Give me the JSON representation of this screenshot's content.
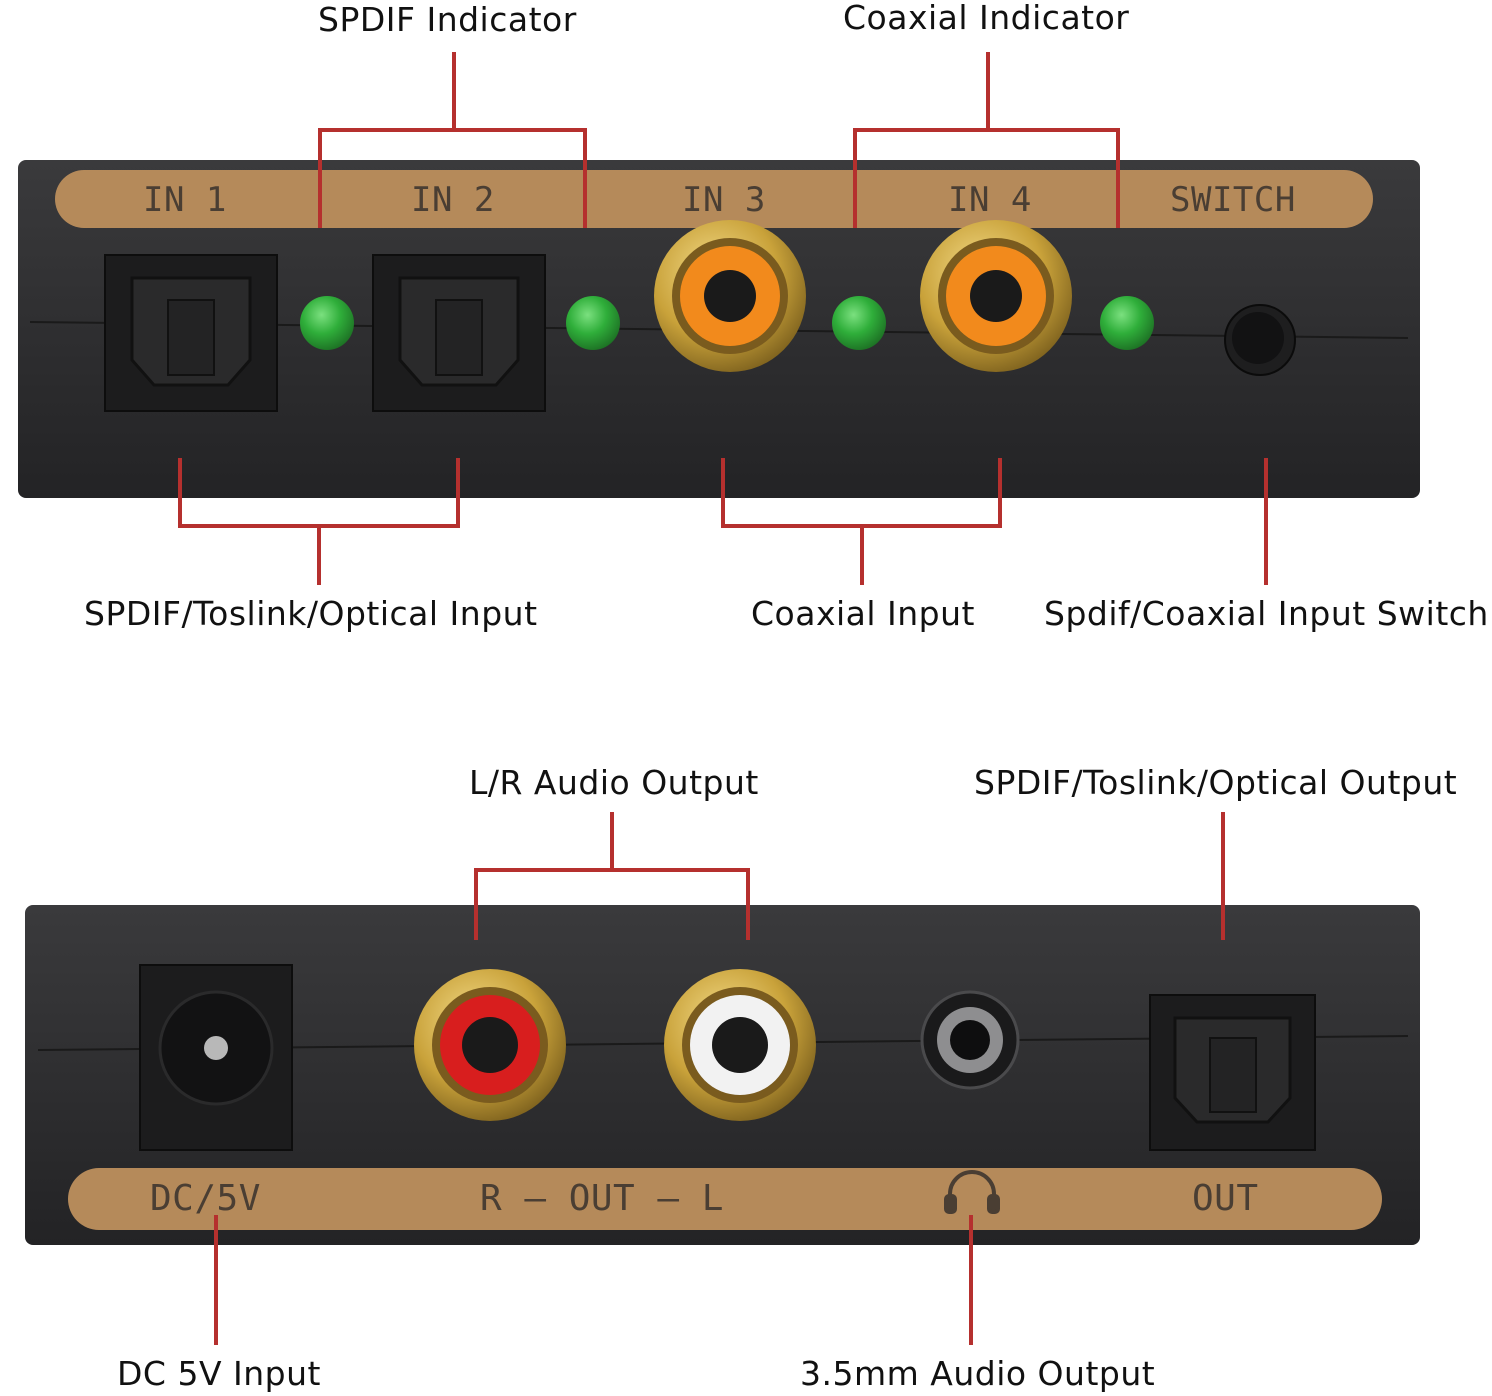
{
  "callouts": {
    "spdif_indicator": "SPDIF Indicator",
    "coaxial_indicator": "Coaxial Indicator",
    "optical_input": "SPDIF/Toslink/Optical Input",
    "coaxial_input": "Coaxial Input",
    "input_switch": "Spdif/Coaxial Input Switch",
    "lr_audio_output": "L/R Audio Output",
    "optical_output": "SPDIF/Toslink/Optical Output",
    "dc_input": "DC 5V Input",
    "audio_3_5mm": "3.5mm Audio Output"
  },
  "front_panel": {
    "labels": [
      "IN 1",
      "IN 2",
      "IN 3",
      "IN 4",
      "SWITCH"
    ]
  },
  "rear_panel": {
    "labels": [
      "DC/5V",
      "R — OUT — L",
      "OUT"
    ],
    "headphone_icon": "headphone-icon"
  },
  "colors": {
    "leader_line": "#b5302e",
    "panel_body": "#2b2b2d",
    "label_strip": "#b58a5a",
    "strip_text": "#4a3e33",
    "led_green": "#2fae3a",
    "coax_orange": "#f28a1c",
    "rca_red": "#d81e1e",
    "rca_white": "#f2f2f2",
    "gold": "#c9a23a"
  }
}
